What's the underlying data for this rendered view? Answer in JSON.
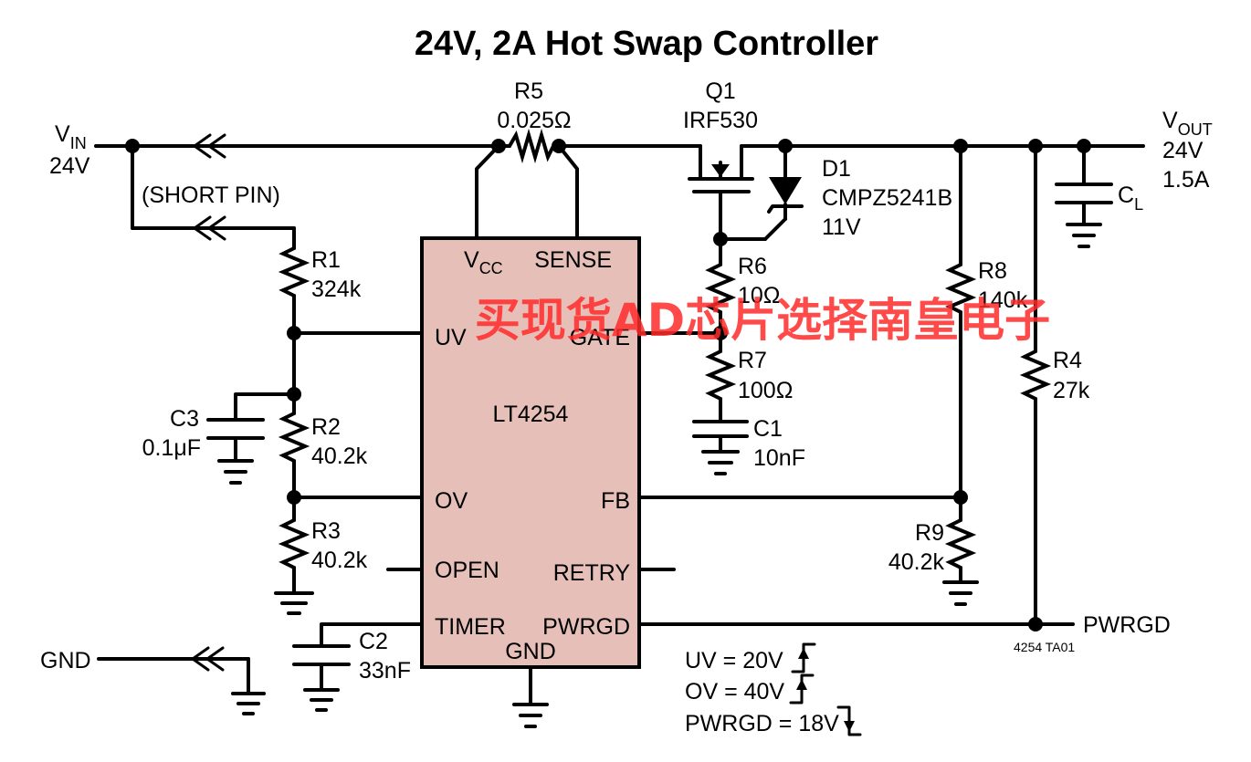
{
  "title": "24V, 2A Hot Swap Controller",
  "ic": {
    "name": "LT4254",
    "fill_color": "#e6bfb8",
    "pins": {
      "vcc_main": "V",
      "vcc_sub": "CC",
      "sense": "SENSE",
      "uv": "UV",
      "gate": "GATE",
      "ov": "OV",
      "fb": "FB",
      "open": "OPEN",
      "retry": "RETRY",
      "timer": "TIMER",
      "pwrgd": "PWRGD",
      "gnd": "GND"
    }
  },
  "input": {
    "vin_main": "V",
    "vin_sub": "IN",
    "vin_value": "24V",
    "short_pin": "(SHORT PIN)",
    "gnd": "GND"
  },
  "output": {
    "vout_main": "V",
    "vout_sub": "OUT",
    "vout_voltage": "24V",
    "vout_current": "1.5A",
    "cl_main": "C",
    "cl_sub": "L",
    "pwrgd": "PWRGD"
  },
  "components": {
    "r5": {
      "name": "R5",
      "value": "0.025Ω"
    },
    "q1": {
      "name": "Q1",
      "value": "IRF530"
    },
    "d1": {
      "name": "D1",
      "part": "CMPZ5241B",
      "value": "11V"
    },
    "r1": {
      "name": "R1",
      "value": "324k"
    },
    "r2": {
      "name": "R2",
      "value": "40.2k"
    },
    "r3": {
      "name": "R3",
      "value": "40.2k"
    },
    "c3": {
      "name": "C3",
      "value": "0.1μF"
    },
    "c2": {
      "name": "C2",
      "value": "33nF"
    },
    "r6": {
      "name": "R6",
      "value": "10Ω"
    },
    "r7": {
      "name": "R7",
      "value": "100Ω"
    },
    "c1": {
      "name": "C1",
      "value": "10nF"
    },
    "r8": {
      "name": "R8",
      "value": "140k"
    },
    "r9": {
      "name": "R9",
      "value": "40.2k"
    },
    "r4": {
      "name": "R4",
      "value": "27k"
    }
  },
  "thresholds": {
    "uv": "UV = 20V",
    "ov": "OV = 40V",
    "pwrgd": "PWRGD = 18V"
  },
  "figure_id": "4254 TA01",
  "watermark": "买现货AD芯片选择南皇电子"
}
